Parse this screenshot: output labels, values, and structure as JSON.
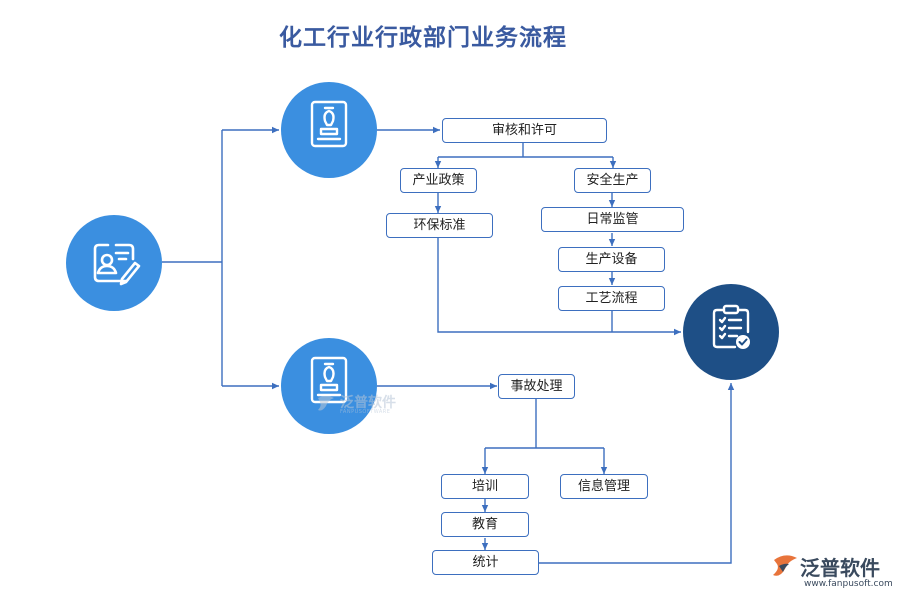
{
  "title": "化工行业行政部门业务流程",
  "nodes": {
    "approval": "审核和许可",
    "industry_policy": "产业政策",
    "env_standard": "环保标准",
    "safety_production": "安全生产",
    "daily_supervision": "日常监管",
    "production_equipment": "生产设备",
    "process_flow": "工艺流程",
    "accident_handling": "事故处理",
    "training": "培训",
    "information_management": "信息管理",
    "education": "教育",
    "statistics": "统计"
  },
  "icons": {
    "start": "person-card-pen-icon",
    "branch_top": "seal-document-icon",
    "branch_bottom": "seal-document-icon",
    "end": "checklist-clipboard-icon"
  },
  "watermark": {
    "text": "泛普软件",
    "sub": "FANPUSOFTWARE"
  },
  "logo": {
    "text": "泛普软件",
    "url": "www.fanpusoft.com"
  },
  "colors": {
    "title": "#3a5aa0",
    "line": "#3d6fbf",
    "circle": "#3b8fe0",
    "end_circle": "#1e4f86"
  }
}
